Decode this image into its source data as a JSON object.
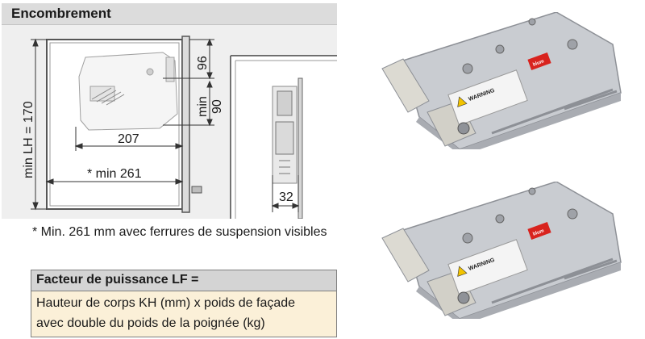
{
  "header": {
    "title": "Encombrement"
  },
  "drawing": {
    "dim_height": "min LH = 170",
    "dim_top": "96",
    "dim_gap": "min\n90",
    "dim_gap_line1": "min",
    "dim_gap_line2": "90",
    "dim_207": "207",
    "dim_261": "* min 261",
    "dim_32": "32"
  },
  "footnote": {
    "text": "* Min. 261 mm avec ferrures de suspension visibles"
  },
  "lf_box": {
    "title": "Facteur de puissance LF =",
    "line1": "Hauteur de corps KH (mm) x poids de façade",
    "line2": "avec double du poids de la poignée (kg)"
  },
  "photos": {
    "warning_label": "WARNING",
    "logo_text": "blum",
    "metal_color": "#c9ccd1",
    "label_color": "#f4f4f4",
    "logo_color": "#d8231e"
  }
}
